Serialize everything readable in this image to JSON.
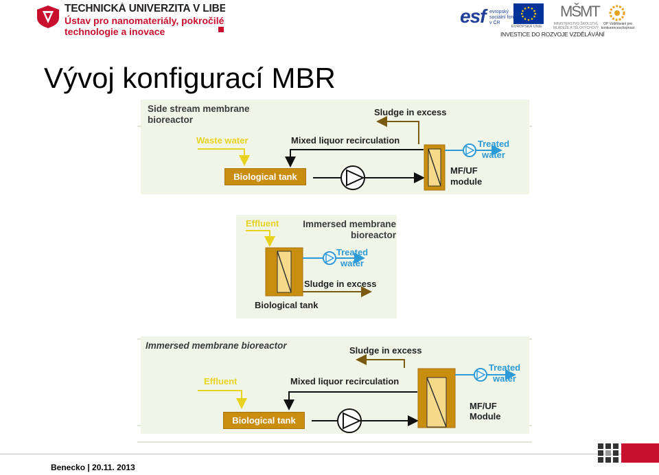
{
  "header": {
    "university": "TECHNICKÁ UNIVERZITA V LIBERCI",
    "department_line1": "Ústav pro nanomateriály, pokročilé",
    "department_line2": "technologie a inovace",
    "esf_logo_text": "esf",
    "esf_caption": "evropský sociální fond v ČR",
    "eu_caption": "EVROPSKÁ UNIE",
    "msmt_logo_text": "MŠMT",
    "msmt_caption": "MINISTERSTVO ŠKOLSTVÍ, MLÁDEŽE A TĚLOVÝCHOVY",
    "op_caption": "OP Vzdělávání pro konkurenceschopnost",
    "investment_slogan": "INVESTICE DO ROZVOJE VZDĚLÁVÁNÍ"
  },
  "title": "Vývoj konfigurací MBR",
  "diagram1": {
    "heading": "Side stream membrane bioreactor",
    "sludge": "Sludge in excess",
    "inflow": "Waste water",
    "recirculation": "Mixed liquor recirculation",
    "treated": "Treated water",
    "tank": "Biological tank",
    "module": "MF/UF module"
  },
  "diagram2": {
    "inflow": "Effluent",
    "heading": "Immersed membrane bioreactor",
    "treated": "Treated water",
    "sludge": "Sludge in excess",
    "tank": "Biological tank"
  },
  "diagram3": {
    "heading": "Immersed membrane bioreactor",
    "sludge": "Sludge in excess",
    "treated": "Treated water",
    "inflow": "Effluent",
    "recirculation": "Mixed liquor recirculation",
    "tank": "Biological tank",
    "module": "MF/UF Module"
  },
  "footer": {
    "text": "Benecko | 20.11. 2013"
  },
  "colors": {
    "university_red": "#c8102e",
    "tank_orange": "#c98d10",
    "influent_yellow": "#e7d21e",
    "treated_blue": "#2d9ad8",
    "sludge_brown": "#7a5a10",
    "panel_background": "#f1f5e8"
  }
}
